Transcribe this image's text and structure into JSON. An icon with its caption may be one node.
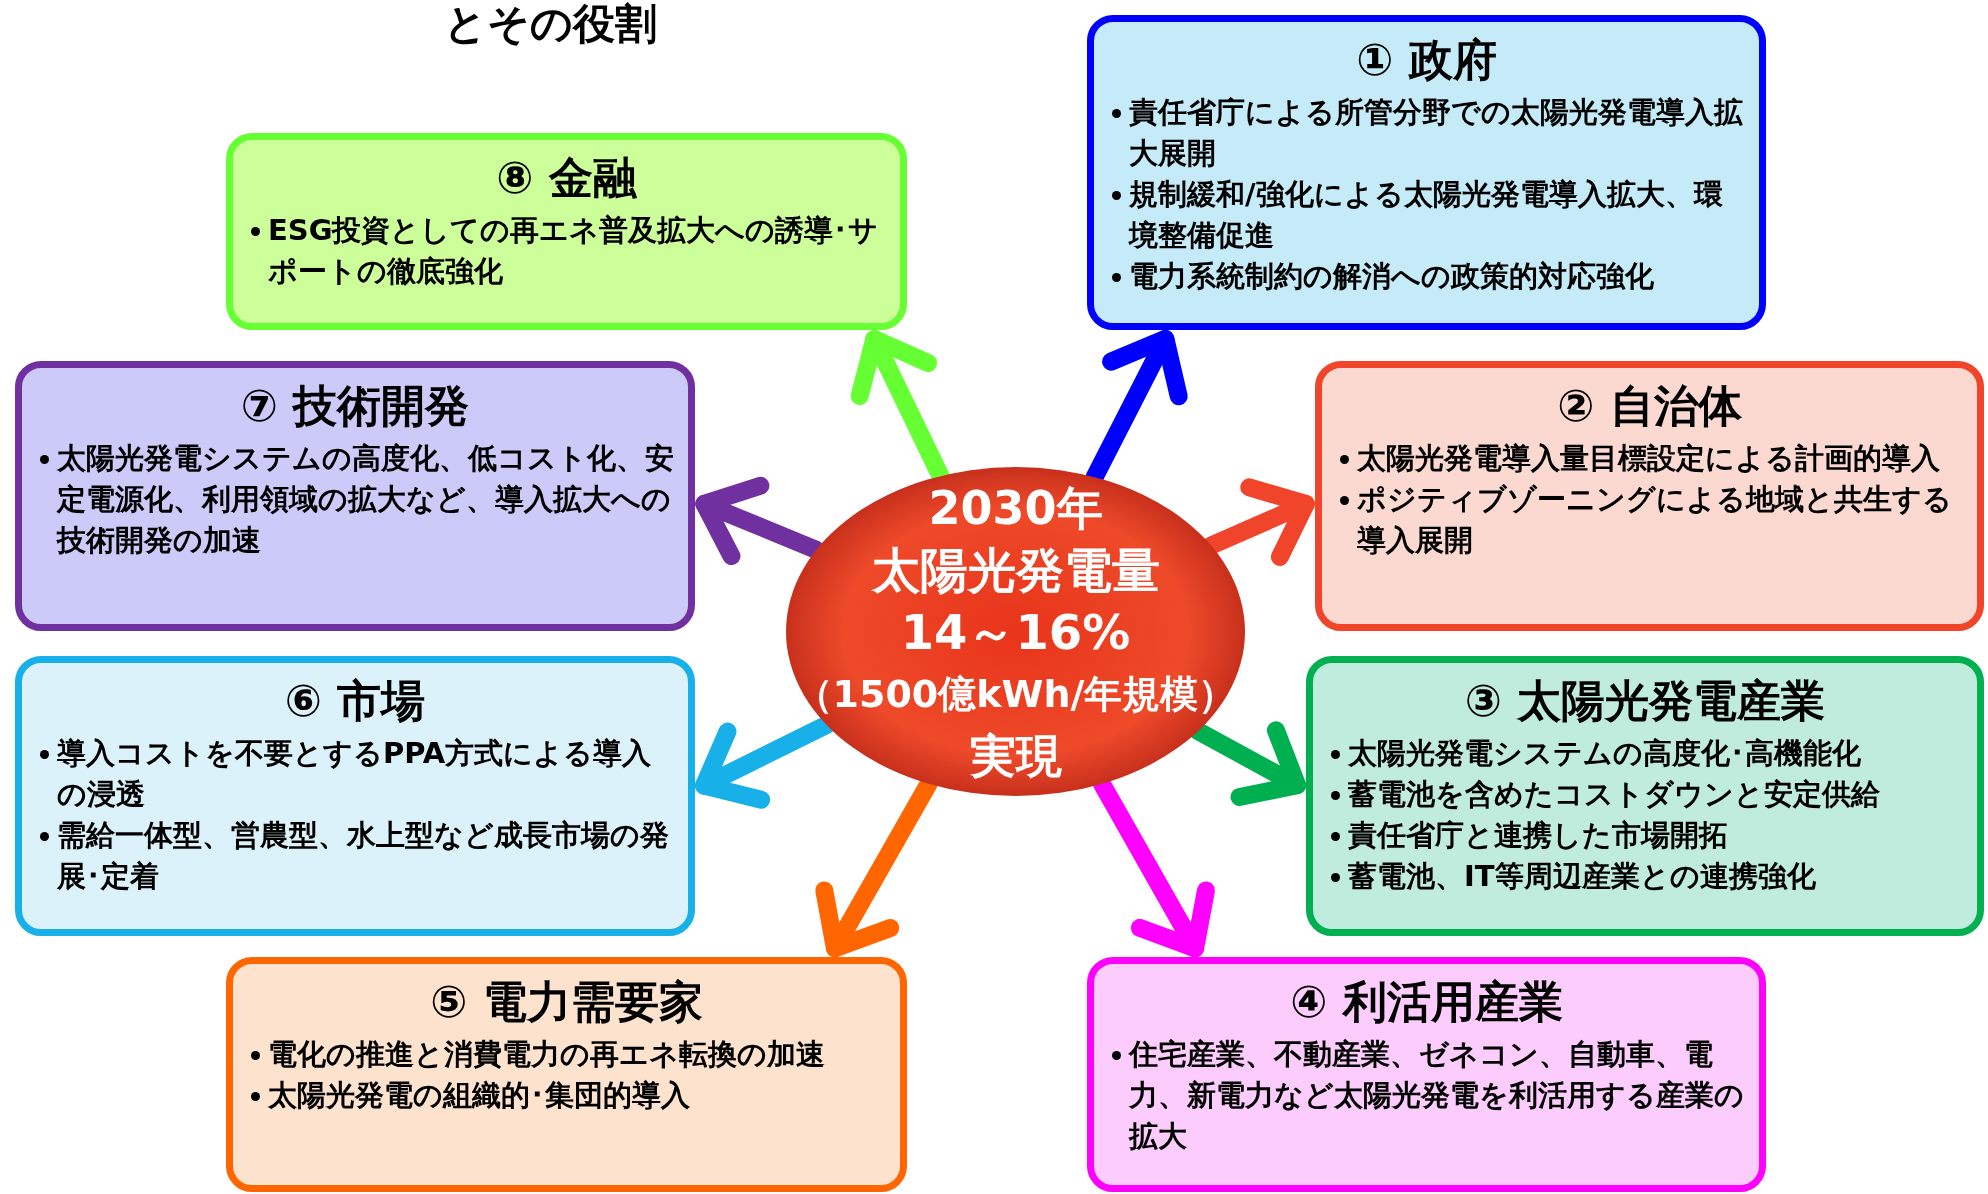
{
  "diagram": {
    "title": "とその役割",
    "nodes": [
      {
        "text": [
          "2030年",
          "太陽光発電量",
          "14～16%",
          "（1500億kWh/年規模）",
          "実現"
        ]
      },
      {
        "text": [
          "① 政府",
          "責任省庁による所管分野での太陽光発電導入拡大展開",
          "規制緩和/強化による太陽光発電導入拡大、環境整備促進",
          "電力系統制約の解消への政策的対応強化"
        ]
      },
      {
        "text": [
          "② 自治体",
          "太陽光発電導入量目標設定による計画的導入",
          "ポジティブゾーニングによる地域と共生する導入展開"
        ]
      },
      {
        "text": [
          "③ 太陽光発電産業",
          "太陽光発電システムの高度化･高機能化",
          "蓄電池を含めたコストダウンと安定供給",
          "責任省庁と連携した市場開拓",
          "蓄電池、IT等周辺産業との連携強化"
        ]
      },
      {
        "text": [
          "④ 利活用産業",
          "住宅産業、不動産業、ゼネコン、自動車、電力、新電力など太陽光発電を利活用する産業の拡大"
        ]
      },
      {
        "text": [
          "⑤ 電力需要家",
          "電化の推進と消費電力の再エネ転換の加速",
          "太陽光発電の組織的･集団的導入"
        ]
      },
      {
        "text": [
          "⑥ 市場",
          "導入コストを不要とするPPA方式による導入の浸透",
          "需給一体型、営農型、水上型など成長市場の発展･定着"
        ]
      },
      {
        "text": [
          "⑦ 技術開発",
          "太陽光発電システムの高度化、低コスト化、安定電源化、利用領域の拡大など、導入拡大への技術開発の加速"
        ]
      },
      {
        "text": [
          "⑧ 金融",
          "ESG投資としての再エネ普及拡大への誘導･サポートの徹底強化"
        ]
      }
    ],
    "edges": [
      {
        "from": 0,
        "to": 1,
        "arrow": "to",
        "color": "#0000ff"
      },
      {
        "from": 0,
        "to": 2,
        "arrow": "to",
        "color": "#f0452a"
      },
      {
        "from": 0,
        "to": 3,
        "arrow": "to",
        "color": "#00b050"
      },
      {
        "from": 0,
        "to": 4,
        "arrow": "to",
        "color": "#ff00ff"
      },
      {
        "from": 0,
        "to": 5,
        "arrow": "to",
        "color": "#ff6600"
      },
      {
        "from": 0,
        "to": 6,
        "arrow": "to",
        "color": "#18b0e8"
      },
      {
        "from": 0,
        "to": 7,
        "arrow": "to",
        "color": "#7030a0"
      },
      {
        "from": 0,
        "to": 8,
        "arrow": "to",
        "color": "#66ff33"
      }
    ]
  }
}
